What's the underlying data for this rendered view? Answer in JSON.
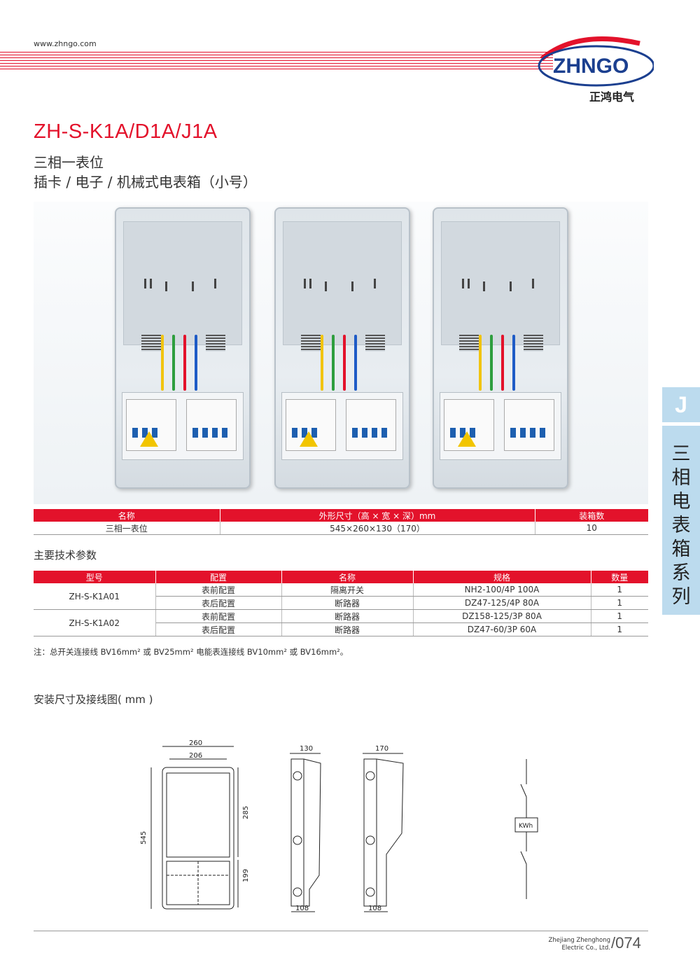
{
  "header": {
    "website": "www.zhngo.com",
    "logo_text": "ZHNGO",
    "logo_subtext": "正鸿电气"
  },
  "product": {
    "model": "ZH-S-K1A/D1A/J1A",
    "subtitle_line1": "三相一表位",
    "subtitle_line2": "插卡 / 电子 / 机械式电表箱（小号）"
  },
  "side_tab": {
    "letter": "J",
    "series": "三相电表箱系列"
  },
  "spec_table": {
    "headers": [
      "名称",
      "外形尺寸（高 × 宽 × 深）mm",
      "装箱数"
    ],
    "row": [
      "三相一表位",
      "545×260×130（170）",
      "10"
    ]
  },
  "tech_params": {
    "title": "主要技术参数",
    "headers": [
      "型号",
      "配置",
      "名称",
      "规格",
      "数量"
    ],
    "groups": [
      {
        "model": "ZH-S-K1A01",
        "rows": [
          [
            "表前配置",
            "隔离开关",
            "NH2-100/4P 100A",
            "1"
          ],
          [
            "表后配置",
            "断路器",
            "DZ47-125/4P 80A",
            "1"
          ]
        ]
      },
      {
        "model": "ZH-S-K1A02",
        "rows": [
          [
            "表前配置",
            "断路器",
            "DZ158-125/3P 80A",
            "1"
          ],
          [
            "表后配置",
            "断路器",
            "DZ47-60/3P 60A",
            "1"
          ]
        ]
      }
    ],
    "note": "注：总开关连接线 BV16mm² 或 BV25mm² 电能表连接线 BV10mm² 或 BV16mm²。"
  },
  "diagram": {
    "title": "安装尺寸及接线图( mm )",
    "dims": {
      "width_outer": "260",
      "width_inner": "206",
      "height": "545",
      "upper": "285",
      "lower": "199",
      "depth_a": "130",
      "depth_b": "170",
      "base_a": "108",
      "base_b": "108",
      "meter_label": "KWh"
    }
  },
  "footer": {
    "company_line1": "Zhejiang Zhenghong",
    "company_line2": "Electric Co., Ltd.",
    "page": "074"
  },
  "colors": {
    "accent": "#e3122b",
    "tab": "#bcdbee"
  }
}
